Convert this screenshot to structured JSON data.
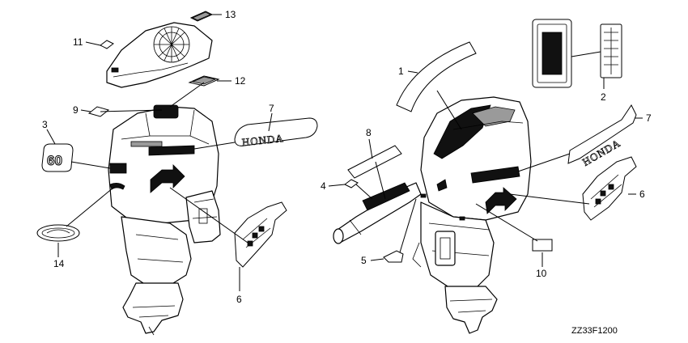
{
  "callouts": {
    "c1": "1",
    "c2": "2",
    "c3": "3",
    "c4": "4",
    "c5": "5",
    "c6": "6",
    "c7": "7",
    "c8": "8",
    "c9": "9",
    "c10": "10",
    "c11": "11",
    "c12": "12",
    "c13": "13",
    "c14": "14"
  },
  "decal_text": {
    "honda": "HONDA",
    "model": "60"
  },
  "diagram_code": "ZZ33F1200"
}
